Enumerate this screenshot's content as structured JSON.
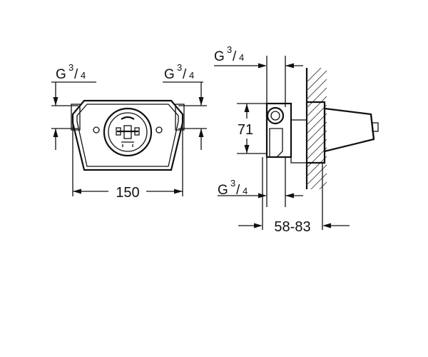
{
  "front_view": {
    "inlet_left_label": "G",
    "inlet_left_fraction_num": "3",
    "inlet_left_fraction_den": "4",
    "inlet_right_label": "G",
    "inlet_right_fraction_num": "3",
    "inlet_right_fraction_den": "4",
    "width_dimension": "150"
  },
  "side_view": {
    "top_thread_label": "G",
    "top_thread_fraction_num": "3",
    "top_thread_fraction_den": "4",
    "bottom_thread_label": "G",
    "bottom_thread_fraction_num": "3",
    "bottom_thread_fraction_den": "4",
    "height_dimension": "71",
    "depth_dimension": "58-83"
  }
}
